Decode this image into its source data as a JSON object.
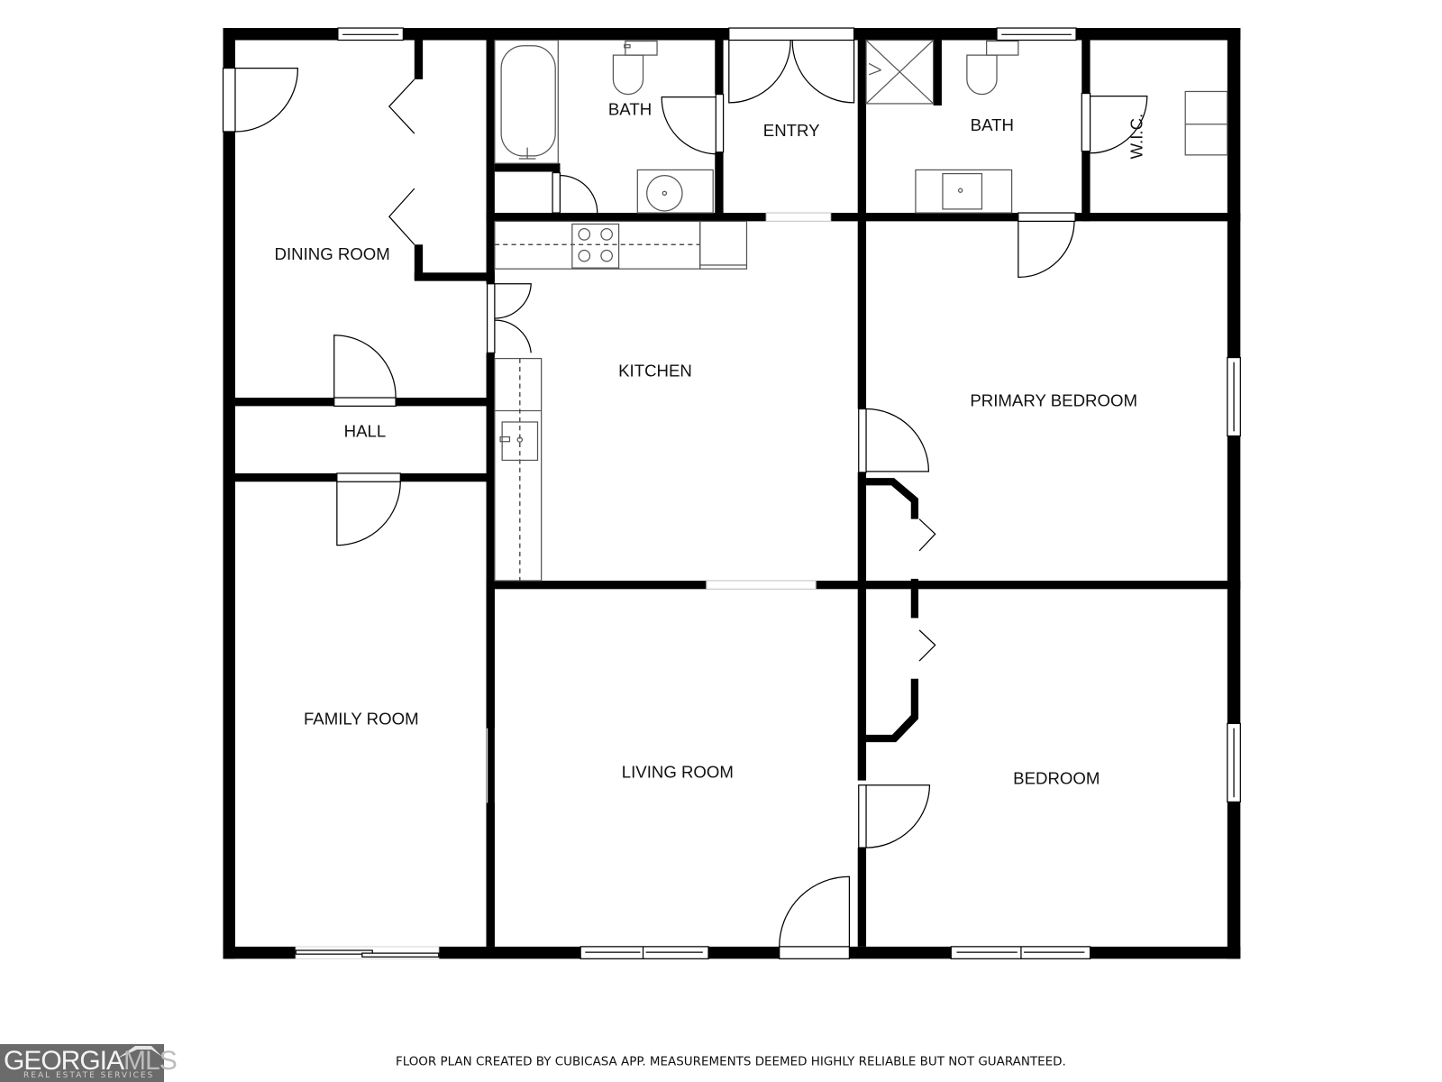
{
  "floorplan": {
    "rooms": [
      {
        "id": "dining",
        "label": "DINING ROOM"
      },
      {
        "id": "bath1",
        "label": "BATH"
      },
      {
        "id": "entry",
        "label": "ENTRY"
      },
      {
        "id": "bath2",
        "label": "BATH"
      },
      {
        "id": "wic",
        "label": "W.I.C."
      },
      {
        "id": "hall",
        "label": "HALL"
      },
      {
        "id": "kitchen",
        "label": "KITCHEN"
      },
      {
        "id": "primary",
        "label": "PRIMARY BEDROOM"
      },
      {
        "id": "family",
        "label": "FAMILY ROOM"
      },
      {
        "id": "living",
        "label": "LIVING ROOM"
      },
      {
        "id": "bedroom",
        "label": "BEDROOM"
      }
    ],
    "colors": {
      "wall": "#000000",
      "background": "#ffffff",
      "fixture": "#555555"
    }
  },
  "footer": {
    "disclaimer": "FLOOR PLAN CREATED BY CUBICASA APP. MEASUREMENTS DEEMED HIGHLY RELIABLE BUT NOT GUARANTEED."
  },
  "logo": {
    "main_a": "GEORGIA",
    "main_b": "MLS",
    "sub": "REAL ESTATE SERVICES",
    "background": "#6b6b6b"
  }
}
